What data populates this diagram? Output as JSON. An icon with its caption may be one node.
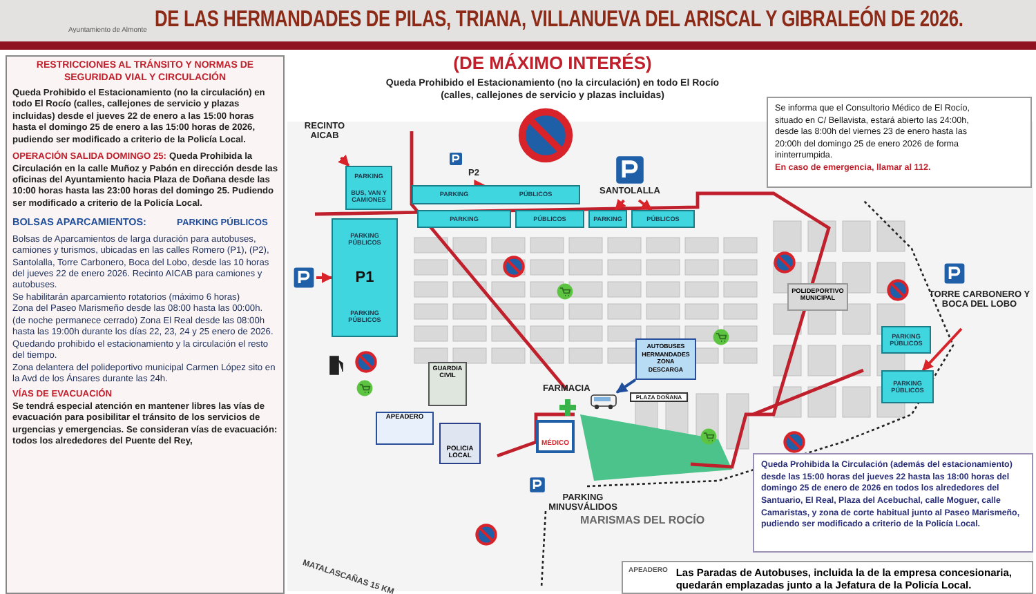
{
  "diagram": {
    "title": "DE LAS HERMANDADES DE PILAS, TRIANA, VILLANUEVA DEL ARISCAL Y GIBRALEÓN DE 2026.",
    "nodes": [
      {
        "text": [
          "RESTRICCIONES AL TRÁNSITO Y NORMAS DE SEGURIDAD VIAL Y CIRCULACIÓN",
          "Queda Prohibido el Estacionamiento (no la circulación) en todo El Rocío (calles, callejones de servicio y plazas incluidas) desde el jueves 22 de enero a las 15:00 horas hasta el domingo 25 de enero a las 15:00 horas de 2026, pudiendo ser modificado a criterio de la Policía Local.",
          "OPERACIÓN SALIDA DOMINGO 25:",
          "Queda Prohibida la Circulación en la calle Muñoz y Pabón en dirección desde las oficinas del Ayuntamiento hacia Plaza de Doñana desde las 10:00 horas hasta las 23:00 horas del domingo 25. Pudiendo ser modificado a criterio de la Policía Local.",
          "BOLSAS APARCAMIENTOS:",
          "PARKING PÚBLICOS",
          "Bolsas de Aparcamientos de larga duración para autobuses, camiones y turismos, ubicadas en las calles Romero (P1), (P2), Santolalla, Torre Carbonero, Boca del Lobo, desde las 10 horas del jueves 22 de enero 2026. Recinto AICAB para camiones y autobuses.",
          "Se habilitarán aparcamiento rotatorios (máximo 6 horas)",
          "Zona del Paseo Marismeño desde las 08:00 hasta las 00:00h. (de noche permanece cerrado) Zona El Real desde las 08:00h hasta las 19:00h durante los días 22, 23, 24 y 25 enero de 2026.",
          "Quedando prohibido el estacionamiento y la circulación el resto del tiempo.",
          "Zona delantera del polideportivo municipal Carmen López sito en la Avd de los Ánsares durante las 24h.",
          "VÍAS DE EVACUACIÓN",
          "Se tendrá especial atención en mantener libres las vías de evacuación para posibilitar el tránsito de los servicios de urgencias y emergencias. Se consideran vías de evacuación: todos los alrededores del Puente del Rey,"
        ]
      },
      {
        "text": [
          "RECINTO AICAB"
        ]
      },
      {
        "text": [
          "PARKING",
          "BUS, VAN Y CAMIONES"
        ]
      },
      {
        "text": [
          "P2"
        ]
      },
      {
        "text": [
          "PARKING",
          "PÚBLICOS"
        ]
      },
      {
        "text": [
          "SANTOLALLA"
        ]
      },
      {
        "text": [
          "PARKING"
        ]
      },
      {
        "text": [
          "PÚBLICOS"
        ]
      },
      {
        "text": [
          "PARKING"
        ]
      },
      {
        "text": [
          "PÚBLICOS"
        ]
      },
      {
        "text": [
          "PARKING PÚBLICOS",
          "P1",
          "PARKING PÚBLICOS"
        ]
      },
      {
        "text": [
          "GUARDIA CIVIL"
        ]
      },
      {
        "text": [
          "APEADERO"
        ]
      },
      {
        "text": [
          "POLICIA LOCAL"
        ]
      },
      {
        "text": [
          "FARMACIA"
        ]
      },
      {
        "text": [
          "AUTOBUSES HERMANDADES ZONA DESCARGA"
        ]
      },
      {
        "text": [],
        "shape": "picture"
      },
      {
        "text": [
          "MÉDICO"
        ]
      },
      {
        "text": [
          "PARKING MINUSVÁLIDOS"
        ]
      },
      {
        "text": [
          "POLIDEPORTIVO MUNICIPAL"
        ]
      },
      {
        "text": [
          "TORRE CARBONERO Y BOCA DEL LOBO"
        ]
      },
      {
        "text": [
          "PARKING PÚBLICOS"
        ]
      },
      {
        "text": [
          "PARKING PÚBLICOS"
        ]
      },
      {
        "text": [
          "Se informa que el Consultorio Médico de El Rocío, situado en C/ Bellavista, estará abierto las 24:00h, desde las 8:00h del viernes 23 de enero hasta las 20:00h del domingo 25 de enero 2026 de forma ininterrumpida.",
          "En caso de emergencia, llamar al 112."
        ]
      },
      {
        "text": [
          "Queda Prohibida la Circulación (además del estacionamiento) desde las 15:00 horas del jueves 22 hasta las 18:00 horas del domingo 25 de enero de 2026 en todos los alrededores del Santuario, El Real, Plaza del Acebuchal, calle Moguer, calle Camaristas, y zona de corte habitual junto al Paseo Marismeño, pudiendo ser modificado a criterio de la Policía Local."
        ]
      },
      {
        "text": [
          "APEADERO",
          "Las Paradas de Autobuses, incluida la de la empresa concesionaria, quedarán emplazadas junto a la Jefatura de la Policía Local."
        ]
      }
    ],
    "edges": [
      {
        "from": 1,
        "to": 2,
        "arrow": "to"
      },
      {
        "from": 3,
        "to": 4,
        "arrow": "to"
      },
      {
        "from": 5,
        "to": 8,
        "arrow": "to"
      },
      {
        "from": 5,
        "to": 9,
        "arrow": "to"
      },
      {
        "from": null,
        "to": 10,
        "arrow": "to"
      },
      {
        "from": 15,
        "to": 16,
        "arrow": "to",
        "color": "#1f4e9c"
      },
      {
        "from": 20,
        "to": 22,
        "arrow": "to"
      }
    ],
    "labels": [
      "Ayuntamiento de Almonte",
      "(DE MÁXIMO INTERÉS)",
      "Queda Prohibido el Estacionamiento (no la circulación) en todo El Rocío (calles, callejones de servicio y plazas incluidas)",
      "PLAZA DOÑANA",
      "MARISMAS DEL ROCÍO",
      "MATALASCAÑAS 15 KM"
    ]
  }
}
